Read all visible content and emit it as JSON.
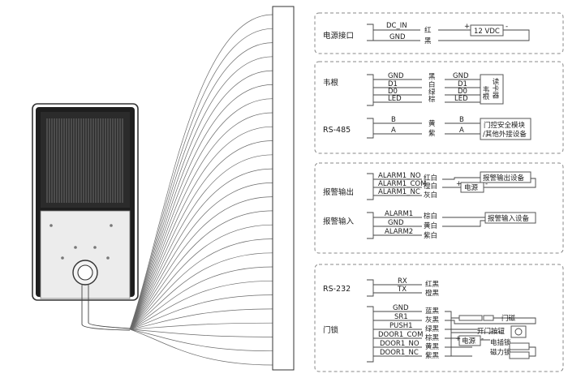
{
  "sections": {
    "power": {
      "label": "电源接口",
      "pins": [
        "DC_IN",
        "GND"
      ],
      "colors": [
        "红",
        "黑"
      ],
      "device": "12 VDC",
      "plus": "+",
      "minus": "-"
    },
    "wiegand": {
      "label": "韦根",
      "pins": [
        "GND",
        "D1",
        "D0",
        "LED"
      ],
      "colors": [
        "黑",
        "白",
        "绿",
        "棕"
      ],
      "reader_pins": [
        "GND",
        "D1",
        "D0",
        "LED"
      ],
      "reader_label_1": "韦根",
      "reader_label_2": "读卡器"
    },
    "rs485": {
      "label": "RS-485",
      "pins": [
        "B",
        "A"
      ],
      "colors": [
        "黄",
        "紫"
      ],
      "device_pins": [
        "B",
        "A"
      ],
      "device_line1": "门控安全模块",
      "device_line2": "/其他外接设备"
    },
    "alarm_out": {
      "label": "报警输出",
      "pins": [
        "ALARM1_NO",
        "ALARM1_COM",
        "ALARM1_NC"
      ],
      "colors": [
        "红白",
        "橙白",
        "灰白"
      ],
      "device": "报警输出设备",
      "power": "电源",
      "plus": "+",
      "minus": "-"
    },
    "alarm_in": {
      "label": "报警输入",
      "pins": [
        "ALARM1",
        "GND",
        "ALARM2"
      ],
      "colors": [
        "棕白",
        "黄白",
        "紫白"
      ],
      "device": "报警输入设备"
    },
    "rs232": {
      "label": "RS-232",
      "pins": [
        "RX",
        "TX"
      ],
      "colors": [
        "红黑",
        "橙黑"
      ]
    },
    "lock": {
      "label": "门锁",
      "pins": [
        "GND",
        "SR1",
        "PUSH1",
        "DOOR1_COM",
        "DOOR1_NO",
        "DOOR1_NC"
      ],
      "colors": [
        "蓝黑",
        "灰黑",
        "绿黑",
        "棕黑",
        "黄黑",
        "紫黑"
      ],
      "door_sensor": "门磁",
      "exit_button": "开门按钮",
      "power": "电源",
      "electric_lock": "电插锁",
      "magnetic_lock": "磁力锁",
      "plus": "+",
      "minus": "-"
    }
  }
}
